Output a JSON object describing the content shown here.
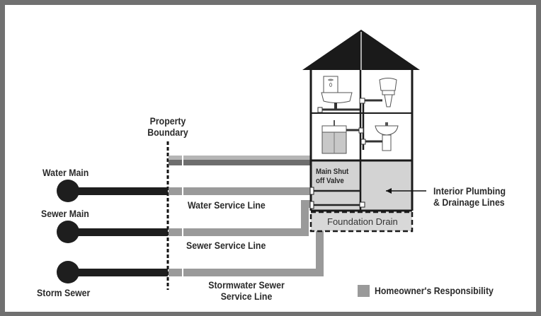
{
  "diagram": {
    "title": "Homeowner plumbing responsibility diagram",
    "labels": {
      "property_boundary": "Property Boundary",
      "property_boundary_line1": "Property",
      "property_boundary_line2": "Boundary",
      "water_main": "Water Main",
      "sewer_main": "Sewer Main",
      "storm_sewer": "Storm Sewer",
      "water_service_line": "Water Service Line",
      "sewer_service_line": "Sewer Service Line",
      "stormwater_line1": "Stormwater Sewer",
      "stormwater_line2": "Service Line",
      "main_shutoff_line1": "Main Shut",
      "main_shutoff_line2": "off Valve",
      "interior_line1": "Interior Plumbing",
      "interior_line2": "& Drainage Lines",
      "foundation_drain": "Foundation Drain"
    },
    "legend": {
      "items": [
        {
          "label": "Homeowner's Responsibility",
          "color": "#9a9a9a"
        }
      ]
    },
    "colors": {
      "frame": "#707070",
      "public_pipe": "#1e1e1e",
      "homeowner_pipe": "#9a9a9a",
      "homeowner_pipe_dark": "#6e6e6e",
      "basement_fill": "#d3d3d3",
      "roof": "#1a1a1a"
    },
    "fixtures": [
      "water-heater-sink",
      "toilet",
      "vanity-sink",
      "pedestal-sink"
    ]
  }
}
